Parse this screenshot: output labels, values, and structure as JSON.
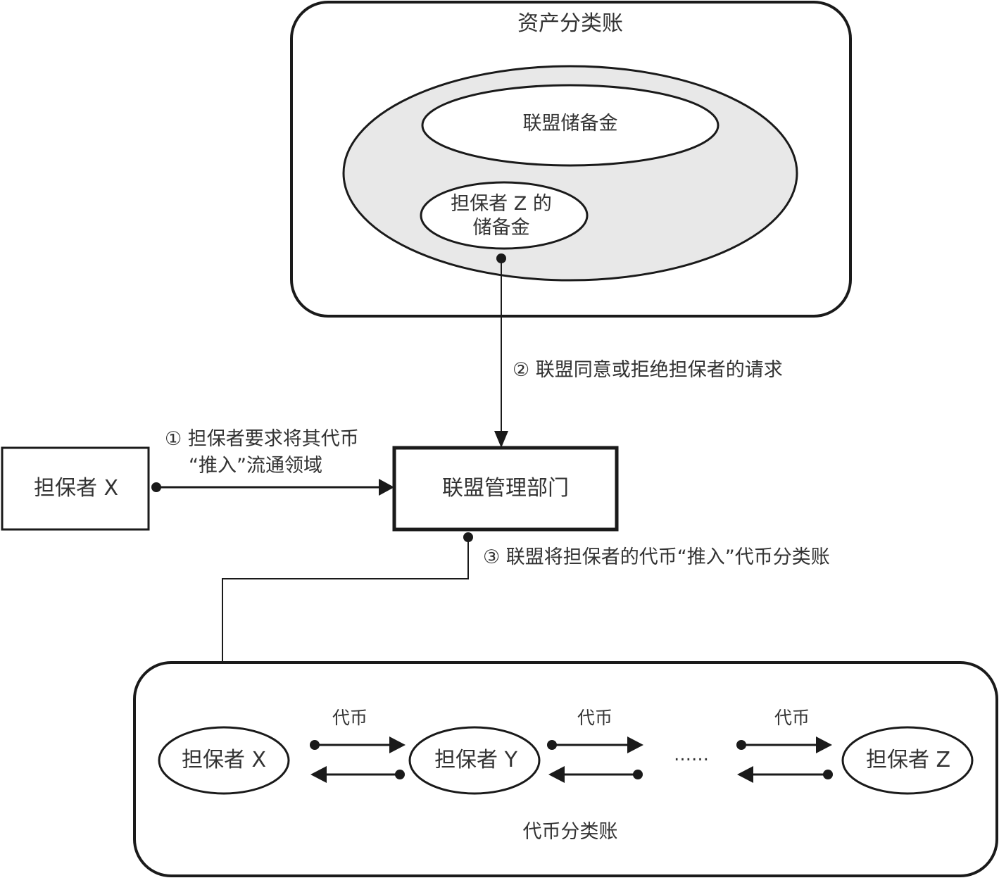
{
  "colors": {
    "stroke": "#1a1a1a",
    "shaded": "#e8e8e8",
    "text": "#333333"
  },
  "asset_ledger": {
    "title": "资产分类账",
    "alliance_reserve": "联盟储备金",
    "guarantor_z_reserve_line1": "担保者 Z 的",
    "guarantor_z_reserve_line2": "储备金"
  },
  "steps": {
    "step1_line1": "① 担保者要求将其代币",
    "step1_line2": "“推入”流通领域",
    "step2": "② 联盟同意或拒绝担保者的请求",
    "step3": "③ 联盟将担保者的代币“推入”代币分类账"
  },
  "nodes": {
    "guarantor_x_box": "担保者 X",
    "alliance_admin": "联盟管理部门"
  },
  "token_ledger": {
    "title": "代币分类账",
    "guarantor_x": "担保者 X",
    "guarantor_y": "担保者 Y",
    "guarantor_z": "担保者 Z",
    "token_label_1": "代币",
    "token_label_2": "代币",
    "token_label_3": "代币",
    "ellipsis": "……"
  }
}
